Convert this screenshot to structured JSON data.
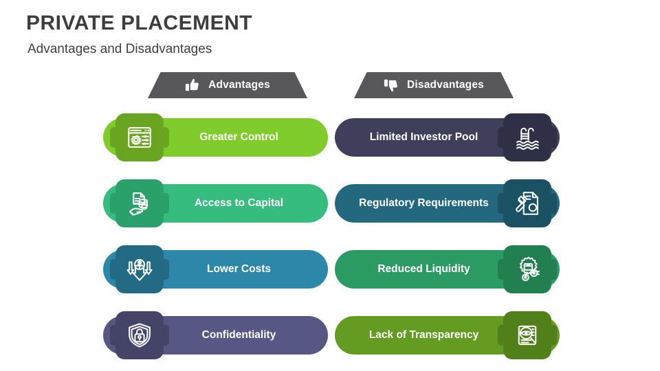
{
  "header": {
    "title": "PRIVATE PLACEMENT",
    "subtitle": "Advantages and Disadvantages"
  },
  "columns": [
    {
      "key": "advantages",
      "label": "Advantages",
      "icon": "thumbs-up-icon",
      "banner_color": "#58585a"
    },
    {
      "key": "disadvantages",
      "label": "Disadvantages",
      "icon": "thumbs-down-icon",
      "banner_color": "#58585a"
    }
  ],
  "advantages": [
    {
      "label": "Greater Control",
      "icon": "control-panel-icon",
      "pill_color": "#7FCC2B",
      "badge_color": "#6AA522"
    },
    {
      "label": "Access to Capital",
      "icon": "hand-money-icon",
      "pill_color": "#35BC7E",
      "badge_color": "#2AA06B"
    },
    {
      "label": "Lower Costs",
      "icon": "cost-down-icon",
      "pill_color": "#2D87A8",
      "badge_color": "#236B84"
    },
    {
      "label": "Confidentiality",
      "icon": "shield-lock-icon",
      "pill_color": "#565782",
      "badge_color": "#434468"
    }
  ],
  "disadvantages": [
    {
      "label": "Limited Investor Pool",
      "icon": "swimming-pool-icon",
      "pill_color": "#3F3F5C",
      "badge_color": "#2F2F48"
    },
    {
      "label": "Regulatory Requirements",
      "icon": "gavel-document-icon",
      "pill_color": "#23687F",
      "badge_color": "#1A5264"
    },
    {
      "label": "Reduced Liquidity",
      "icon": "gear-money-icon",
      "pill_color": "#2C9B63",
      "badge_color": "#228050"
    },
    {
      "label": "Lack of Transparency",
      "icon": "eye-magnifier-icon",
      "pill_color": "#649C22",
      "badge_color": "#51801B"
    }
  ],
  "colors": {
    "title": "#3d3d3d",
    "banner": "#58585a",
    "text_on_pill": "#ffffff",
    "background": "#ffffff"
  }
}
